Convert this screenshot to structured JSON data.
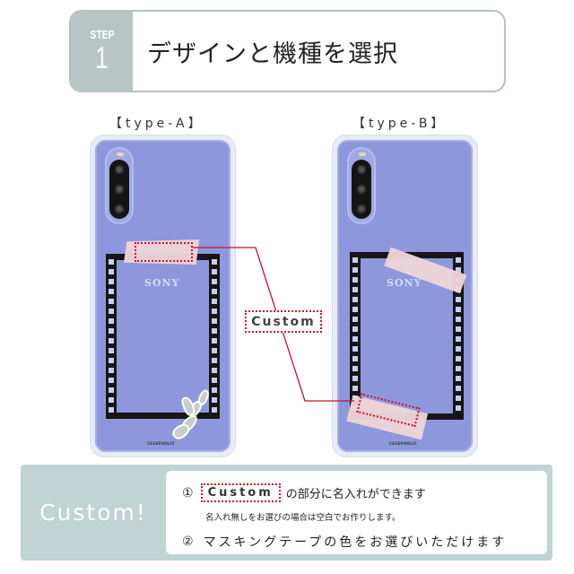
{
  "header": {
    "step_label": "STEP",
    "step_number": "1",
    "title": "デザインと機種を選択"
  },
  "designs": [
    {
      "label": "【type-A】",
      "brand_logo": "SONY",
      "case_brand": "CESEPHOLIC",
      "tape_position": "top",
      "decoration": "eucalyptus-sticker"
    },
    {
      "label": "【type-B】",
      "brand_logo": "SONY",
      "case_brand": "CESEPHOLIC",
      "tape_position": "bottom-left",
      "decoration": "masking-tape-top-right"
    }
  ],
  "callout": {
    "label": "Custom"
  },
  "panel": {
    "title": "Custom!",
    "item1_number": "①",
    "item1_tag": "Custom",
    "item1_text": "の部分に名入れができます",
    "item1_note": "名入れ無しをお選びの場合は空白でお作りします。",
    "item2_number": "②",
    "item2_text": "マスキングテープの色をお選びいただけます"
  },
  "colors": {
    "step_badge": "#b9c4c4",
    "phone_body": "#8d98dc",
    "film_frame": "#161616",
    "tape": "#ecd4d8",
    "highlight_dotted": "#d0142c",
    "panel_bg": "#c0d4d4"
  }
}
